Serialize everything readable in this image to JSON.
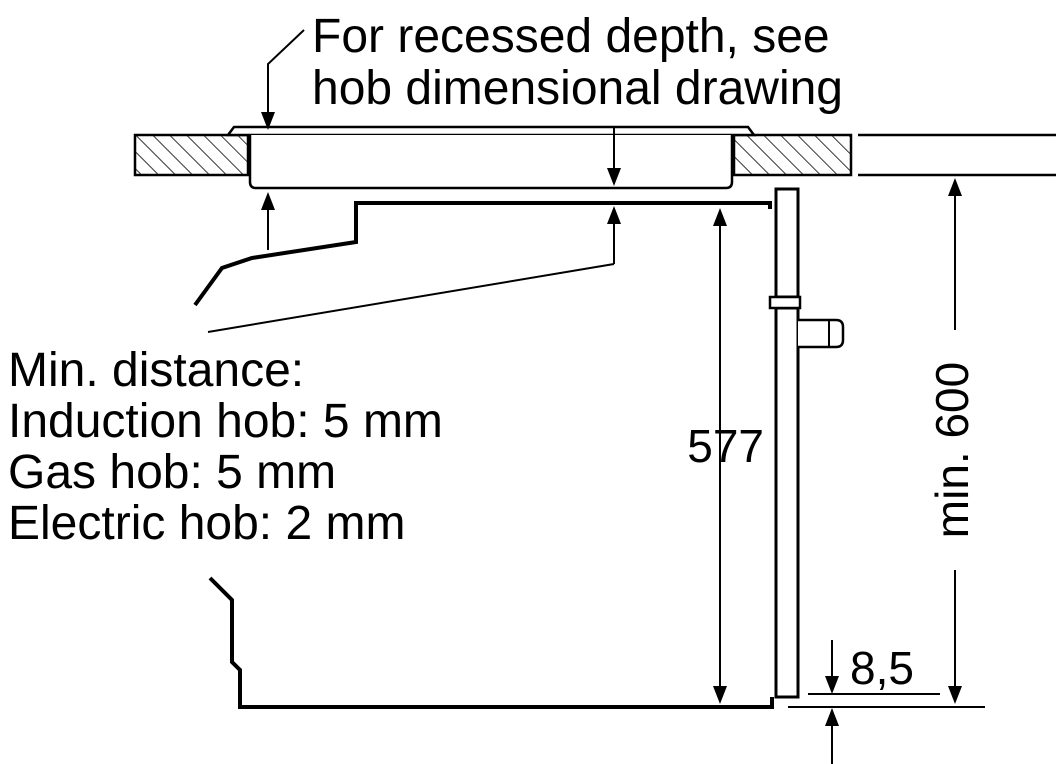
{
  "callout": {
    "line1": "For recessed depth, see",
    "line2": "hob dimensional drawing"
  },
  "min_distance": {
    "heading": "Min. distance:",
    "induction": "Induction hob: 5 mm",
    "gas": "Gas hob: 5 mm",
    "electric": "Electric hob: 2 mm"
  },
  "dimensions": {
    "oven_height": "577",
    "niche_height": "min. 600",
    "bottom_offset": "8,5"
  },
  "colors": {
    "stroke": "#000000",
    "background": "#ffffff"
  }
}
